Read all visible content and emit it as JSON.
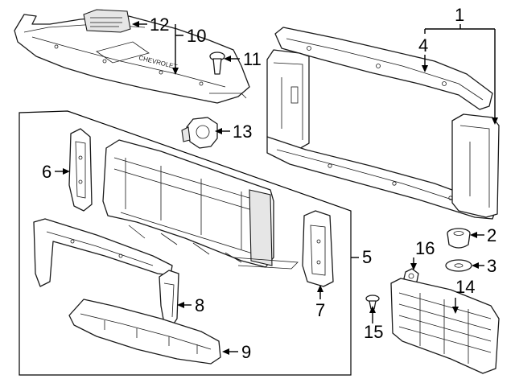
{
  "callouts": {
    "c1": "1",
    "c2": "2",
    "c3": "3",
    "c4": "4",
    "c5": "5",
    "c6": "6",
    "c7": "7",
    "c8": "8",
    "c9": "9",
    "c10": "10",
    "c11": "11",
    "c12": "12",
    "c13": "13",
    "c14": "14",
    "c15": "15",
    "c16": "16"
  },
  "emblem_text": "CHEVROLET"
}
